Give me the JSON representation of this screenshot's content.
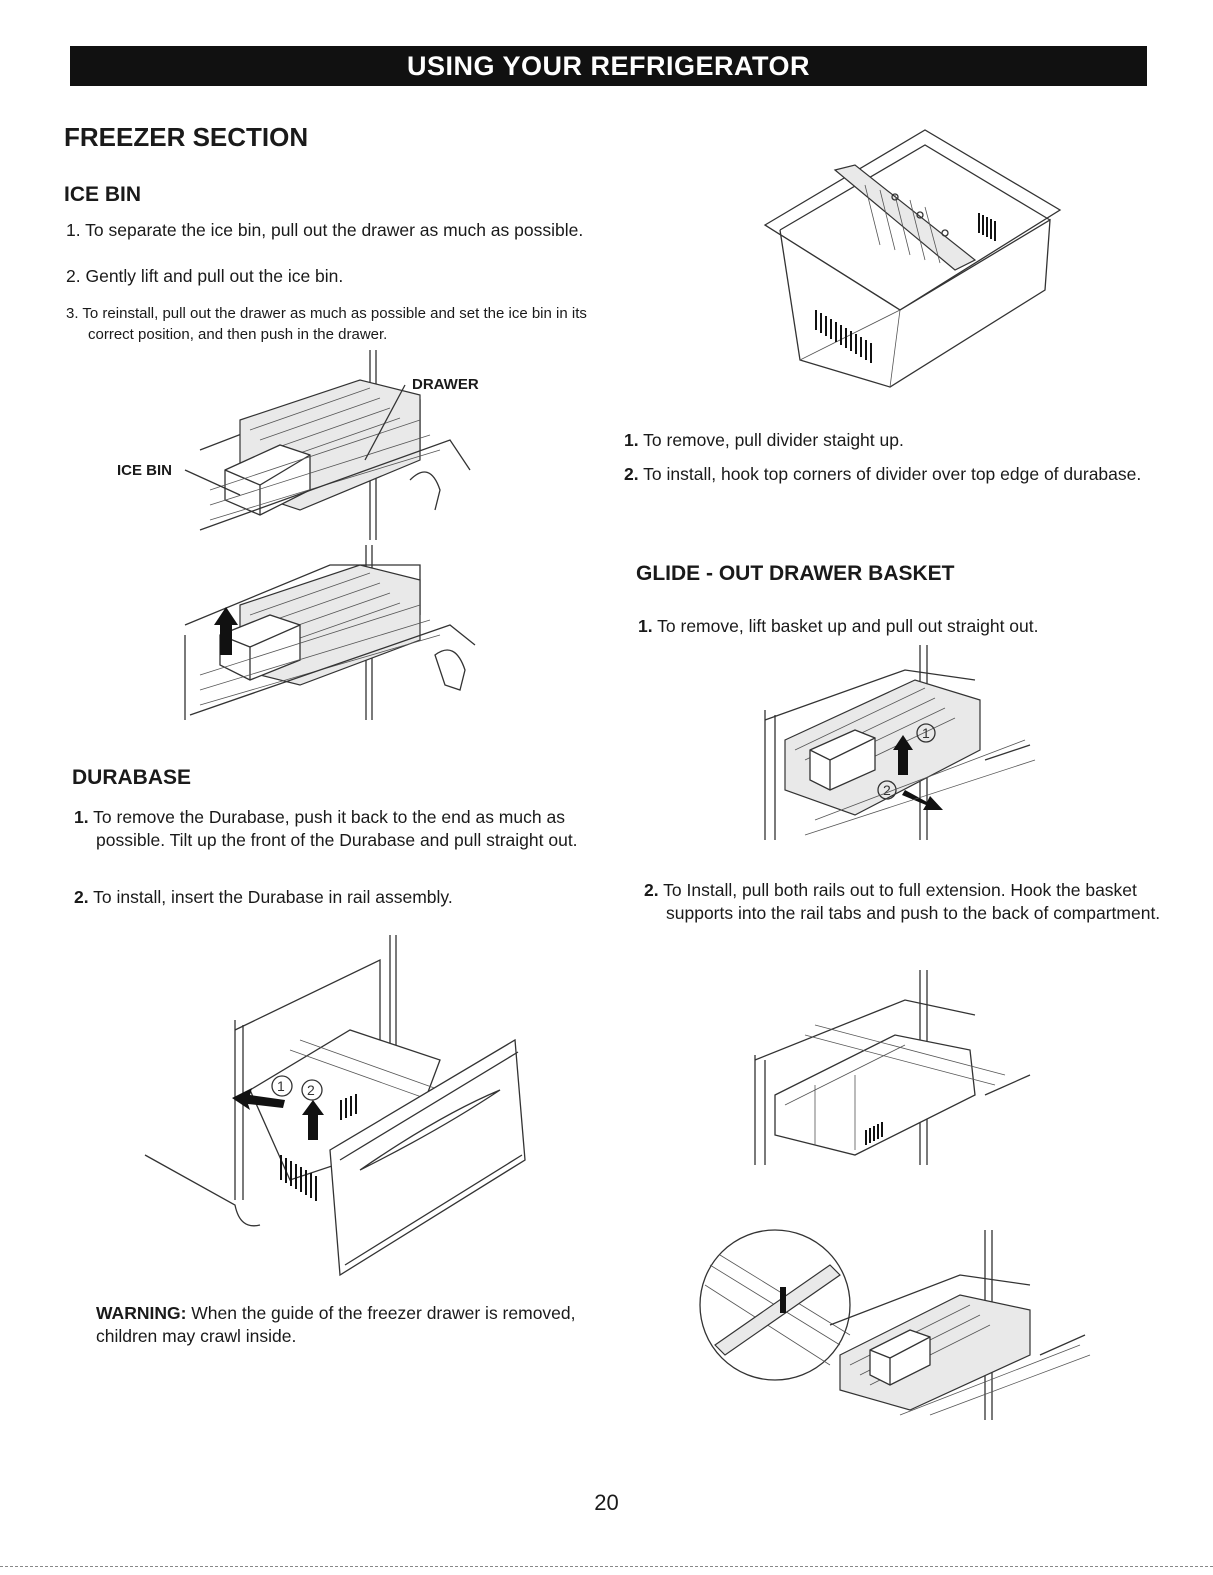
{
  "header": {
    "banner": "USING YOUR REFRIGERATOR"
  },
  "freezer": {
    "title": "FREEZER SECTION",
    "ice_bin": {
      "title": "ICE BIN",
      "steps": [
        {
          "num": "1.",
          "text": "To separate the ice bin, pull out the drawer as much as possible."
        },
        {
          "num": "2.",
          "text": "Gently lift and pull out the ice bin."
        },
        {
          "num": "3.",
          "text": "To reinstall, pull out the drawer as much as possible and set the ice bin in its correct position, and then push in the drawer."
        }
      ],
      "label_drawer": "DRAWER",
      "label_ice_bin": "ICE BIN"
    },
    "divider": {
      "steps": [
        {
          "num": "1.",
          "text": "To remove, pull divider staight up."
        },
        {
          "num": "2.",
          "text": "To install, hook top corners of divider over top edge of durabase."
        }
      ]
    },
    "durabase": {
      "title": "DURABASE",
      "steps": [
        {
          "num": "1.",
          "text": "To remove the Durabase, push it back to the end as much as possible. Tilt up the front of the Durabase and pull straight out."
        },
        {
          "num": "2.",
          "text": "To install, insert the Durabase in rail assembly."
        }
      ],
      "callout_1": "1",
      "callout_2": "2",
      "warning_label": "WARNING:",
      "warning_text": "When the guide of the freezer drawer is removed, children may crawl inside."
    },
    "glide_out": {
      "title": "GLIDE - OUT DRAWER BASKET",
      "steps": [
        {
          "num": "1.",
          "text": "To remove, lift basket up and pull out straight out."
        },
        {
          "num": "2.",
          "text": "To Install, pull both rails out to full extension. Hook the basket supports into the rail tabs and push to the back of compartment."
        }
      ],
      "callout_1": "1",
      "callout_2": "2"
    }
  },
  "footer": {
    "page_number": "20"
  }
}
